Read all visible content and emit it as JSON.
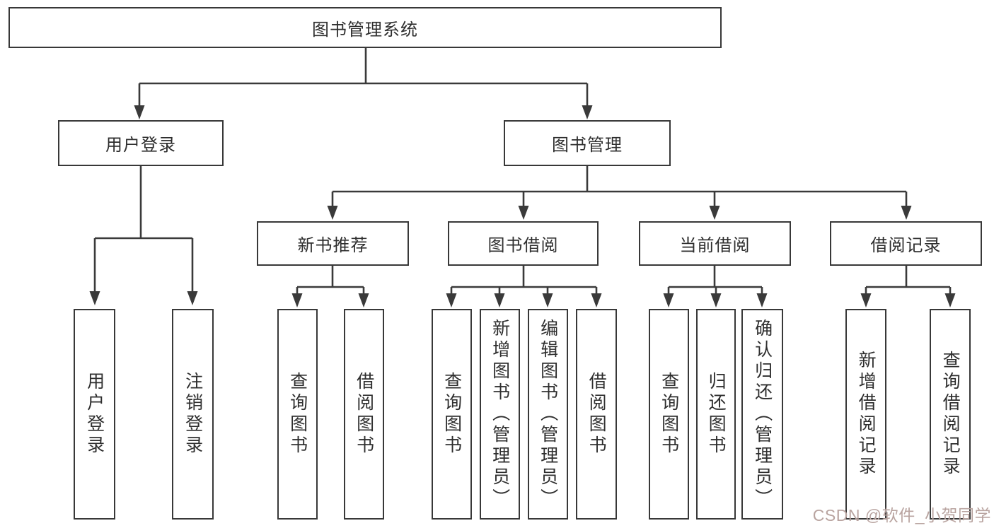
{
  "tree": {
    "root": {
      "label": "图书管理系统",
      "children": [
        {
          "label": "用户登录",
          "children": [
            {
              "label": "用户登录"
            },
            {
              "label": "注销登录"
            }
          ]
        },
        {
          "label": "图书管理",
          "children": [
            {
              "label": "新书推荐",
              "children": [
                {
                  "label": "查询图书"
                },
                {
                  "label": "借阅图书"
                }
              ]
            },
            {
              "label": "图书借阅",
              "children": [
                {
                  "label": "查询图书"
                },
                {
                  "label": "新增图书（管理员）"
                },
                {
                  "label": "编辑图书（管理员）"
                },
                {
                  "label": "借阅图书"
                }
              ]
            },
            {
              "label": "当前借阅",
              "children": [
                {
                  "label": "查询图书"
                },
                {
                  "label": "归还图书"
                },
                {
                  "label": "确认归还（管理员）"
                }
              ]
            },
            {
              "label": "借阅记录",
              "children": [
                {
                  "label": "新增借阅记录"
                },
                {
                  "label": "查询借阅记录"
                }
              ]
            }
          ]
        }
      ]
    }
  },
  "watermark": {
    "text": "CSDN @软件_小贺同学",
    "color": "#b9a4a0"
  },
  "style": {
    "line_color": "#3a3a3a",
    "border_color": "#383838",
    "text_color": "#2e2e2e",
    "background": "#ffffff"
  }
}
